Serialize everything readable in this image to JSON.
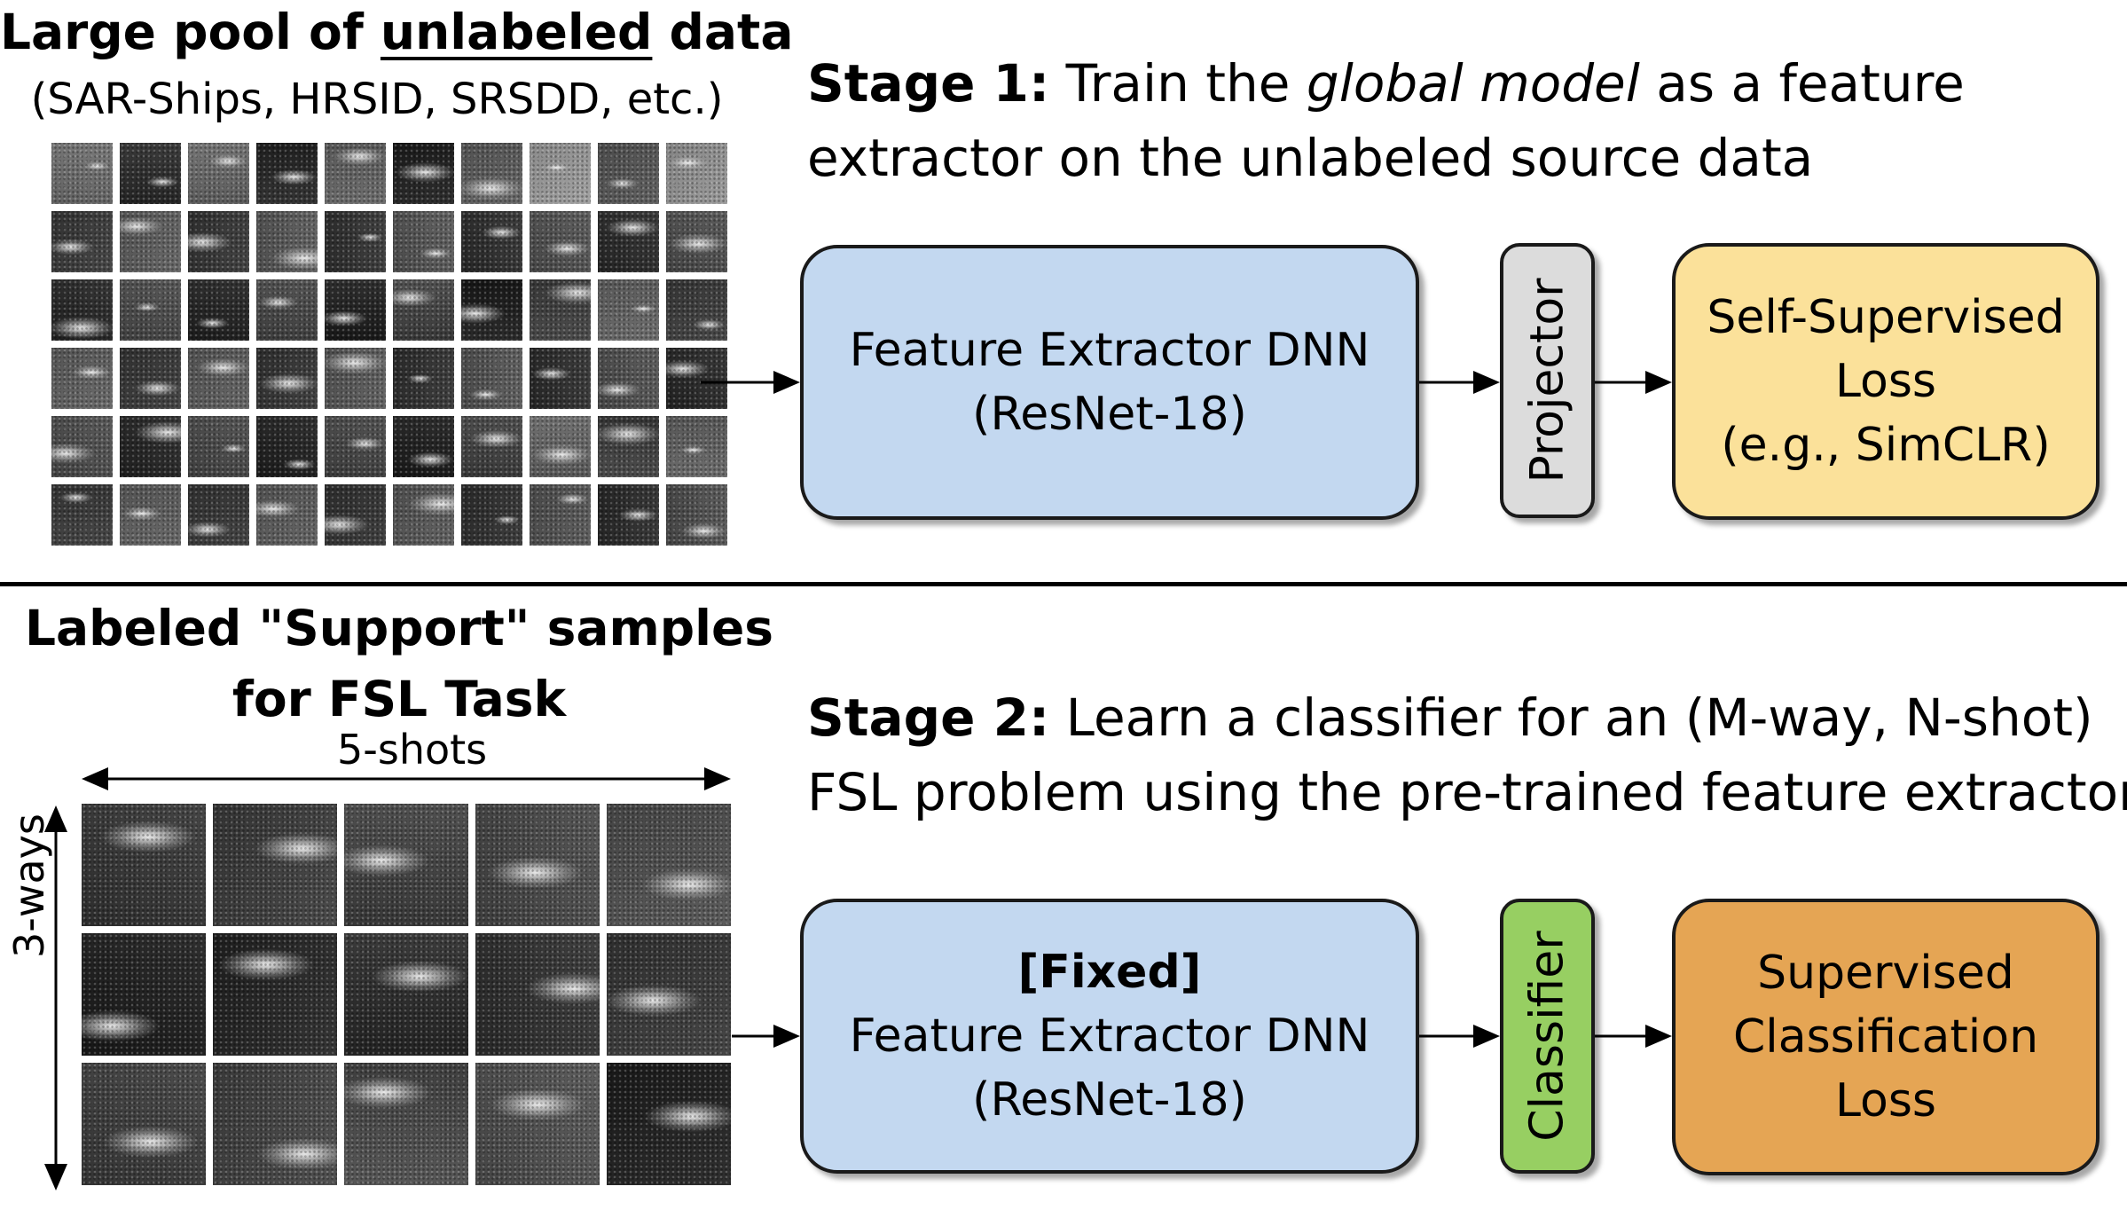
{
  "stage1_panel": {
    "pool_title_pre": "Large pool of ",
    "pool_title_underlined": "unlabeled",
    "pool_title_post": " data",
    "pool_subtitle": "(SAR-Ships, HRSID, SRSDD, etc.)",
    "stage_label": "Stage 1:",
    "stage_text_a": " Train the ",
    "stage_text_italic": "global model",
    "stage_text_b": " as a feature",
    "stage_text_line2": "extractor on the unlabeled source data",
    "extractor_line1": "Feature Extractor DNN",
    "extractor_line2": "(ResNet-18)",
    "projector": "Projector",
    "loss_line1": "Self-Supervised",
    "loss_line2": "Loss",
    "loss_line3": "(e.g., SimCLR)"
  },
  "stage2_panel": {
    "support_title_line1": "Labeled \"Support\" samples",
    "support_title_line2": "for FSL Task",
    "shots_label": "5-shots",
    "ways_label": "3-ways",
    "stage_label": "Stage 2:",
    "stage_text_line1": " Learn a classifier for an (M-way, N-shot)",
    "stage_text_line2": "FSL problem using the pre-trained feature extractor",
    "extractor_tag": "[Fixed]",
    "extractor_line1": "Feature Extractor DNN",
    "extractor_line2": "(ResNet-18)",
    "classifier": "Classifier",
    "loss_line1": "Supervised",
    "loss_line2": "Classification",
    "loss_line3": "Loss"
  },
  "colors": {
    "extractor_fill": "#c3d8f0",
    "projector_fill": "#dcdcdc",
    "ssl_loss_fill": "#fbe19a",
    "classifier_fill": "#97cf62",
    "supervised_loss_fill": "#e5a554"
  }
}
